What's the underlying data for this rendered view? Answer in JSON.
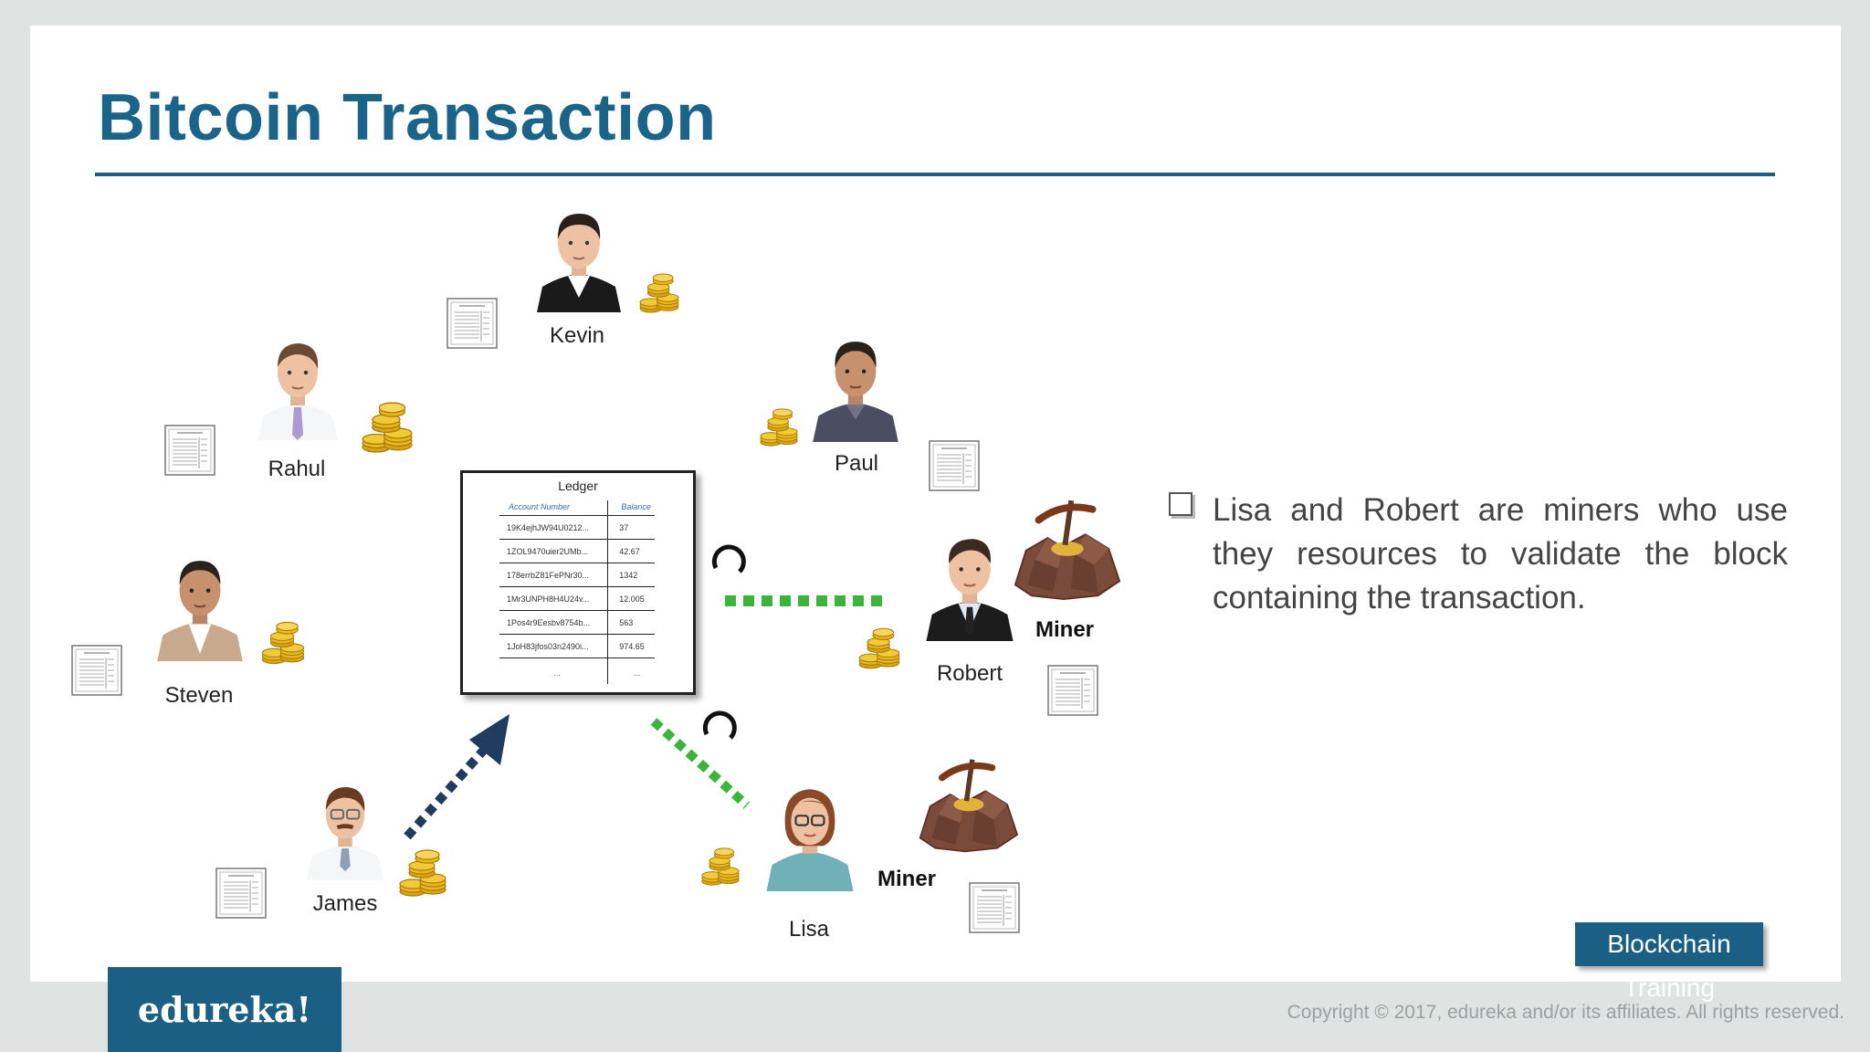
{
  "slide": {
    "title": "Bitcoin Transaction",
    "bullet": "Lisa and Robert are miners who use they resources to validate the block containing the transaction.",
    "badge": "Blockchain Training",
    "logo": "edureka!",
    "copyright": "Copyright © 2017, edureka and/or its affiliates. All rights reserved."
  },
  "people": {
    "kevin": "Kevin",
    "rahul": "Rahul",
    "paul": "Paul",
    "steven": "Steven",
    "robert": "Robert",
    "james": "James",
    "lisa": "Lisa"
  },
  "miner_labels": {
    "robert": "Miner",
    "lisa": "Miner"
  },
  "ledger": {
    "title": "Ledger",
    "col_account": "Account Number",
    "col_balance": "Balance",
    "rows": [
      {
        "account": "19K4ejhJW94U0212...",
        "balance": "37"
      },
      {
        "account": "1ZOL9470uier2UMb...",
        "balance": "42.67"
      },
      {
        "account": "178errbZ81FePNr30...",
        "balance": "1342"
      },
      {
        "account": "1Mr3UNPH8H4U24v...",
        "balance": "12.005"
      },
      {
        "account": "1Pos4r9Eesbv8754b...",
        "balance": "563"
      },
      {
        "account": "1JoH83jfos03n2490i...",
        "balance": "974.65"
      }
    ],
    "ellipsis": "..."
  },
  "colors": {
    "brand_blue": "#1b5f84",
    "title_blue": "#1b6489",
    "arrow_navy": "#1f3c5e",
    "dash_green": "#3cb43c",
    "coin_gold": "#e8b81c"
  }
}
